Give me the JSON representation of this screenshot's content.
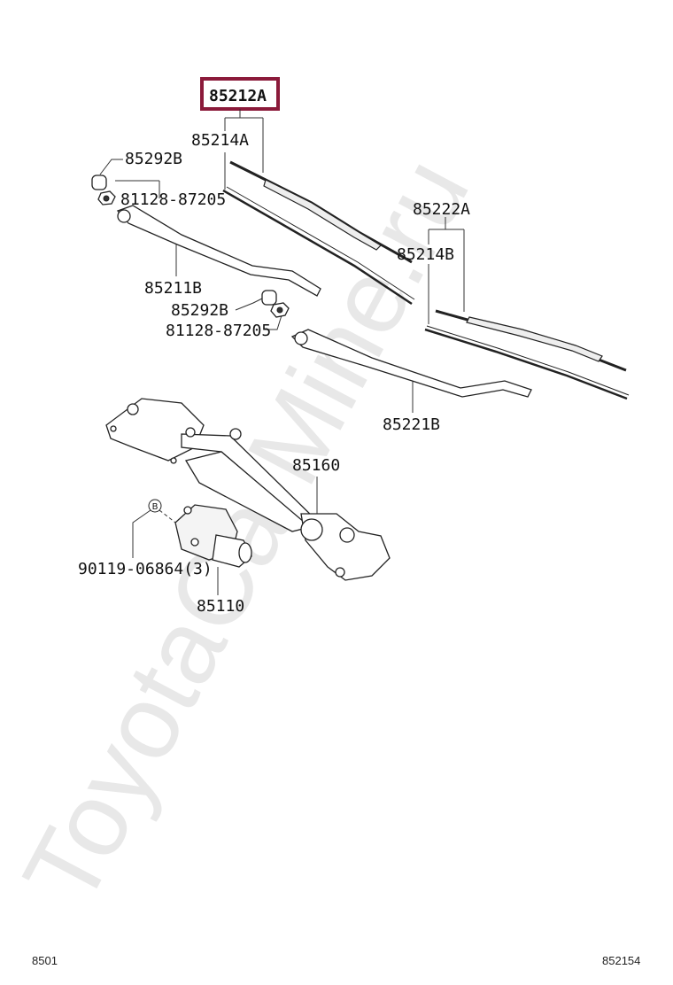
{
  "watermark": "ToyotaCarMine.ru",
  "labels": {
    "p85212A": "85212A",
    "p85214A": "85214A",
    "p85292B_top": "85292B",
    "p81128_top": "81128-87205",
    "p85211B": "85211B",
    "p85222A": "85222A",
    "p85214B": "85214B",
    "p85292B_mid": "85292B",
    "p81128_mid": "81128-87205",
    "p85221B": "85221B",
    "p85160": "85160",
    "p90119": "90119-06864(3)",
    "p85110": "85110",
    "marker_b": "B"
  },
  "highlight_color": "#8b1a3a",
  "footer": {
    "left": "8501",
    "right": "852154"
  }
}
